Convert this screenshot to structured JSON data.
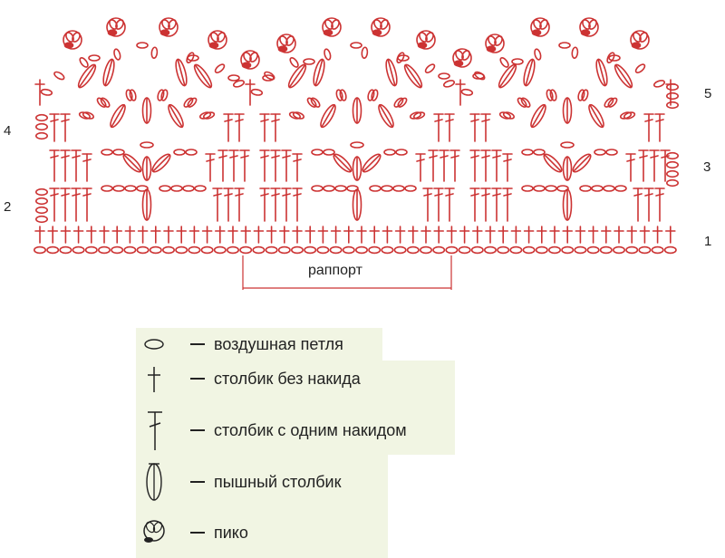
{
  "diagram": {
    "row_numbers": {
      "r1": "1",
      "r2": "2",
      "r3": "3",
      "r4": "4",
      "r5": "5"
    },
    "rapport_label": "раппорт",
    "stitch_color": "#cc3333",
    "legend_bg": "#f1f5e3"
  },
  "legend": {
    "items": [
      {
        "icon": "chain-stitch-icon",
        "label": "воздушная петля"
      },
      {
        "icon": "single-crochet-icon",
        "label": "столбик без накида"
      },
      {
        "icon": "double-crochet-icon",
        "label": "столбик с одним накидом"
      },
      {
        "icon": "puff-stitch-icon",
        "label": "пышный столбик"
      },
      {
        "icon": "picot-icon",
        "label": "пико"
      }
    ]
  }
}
